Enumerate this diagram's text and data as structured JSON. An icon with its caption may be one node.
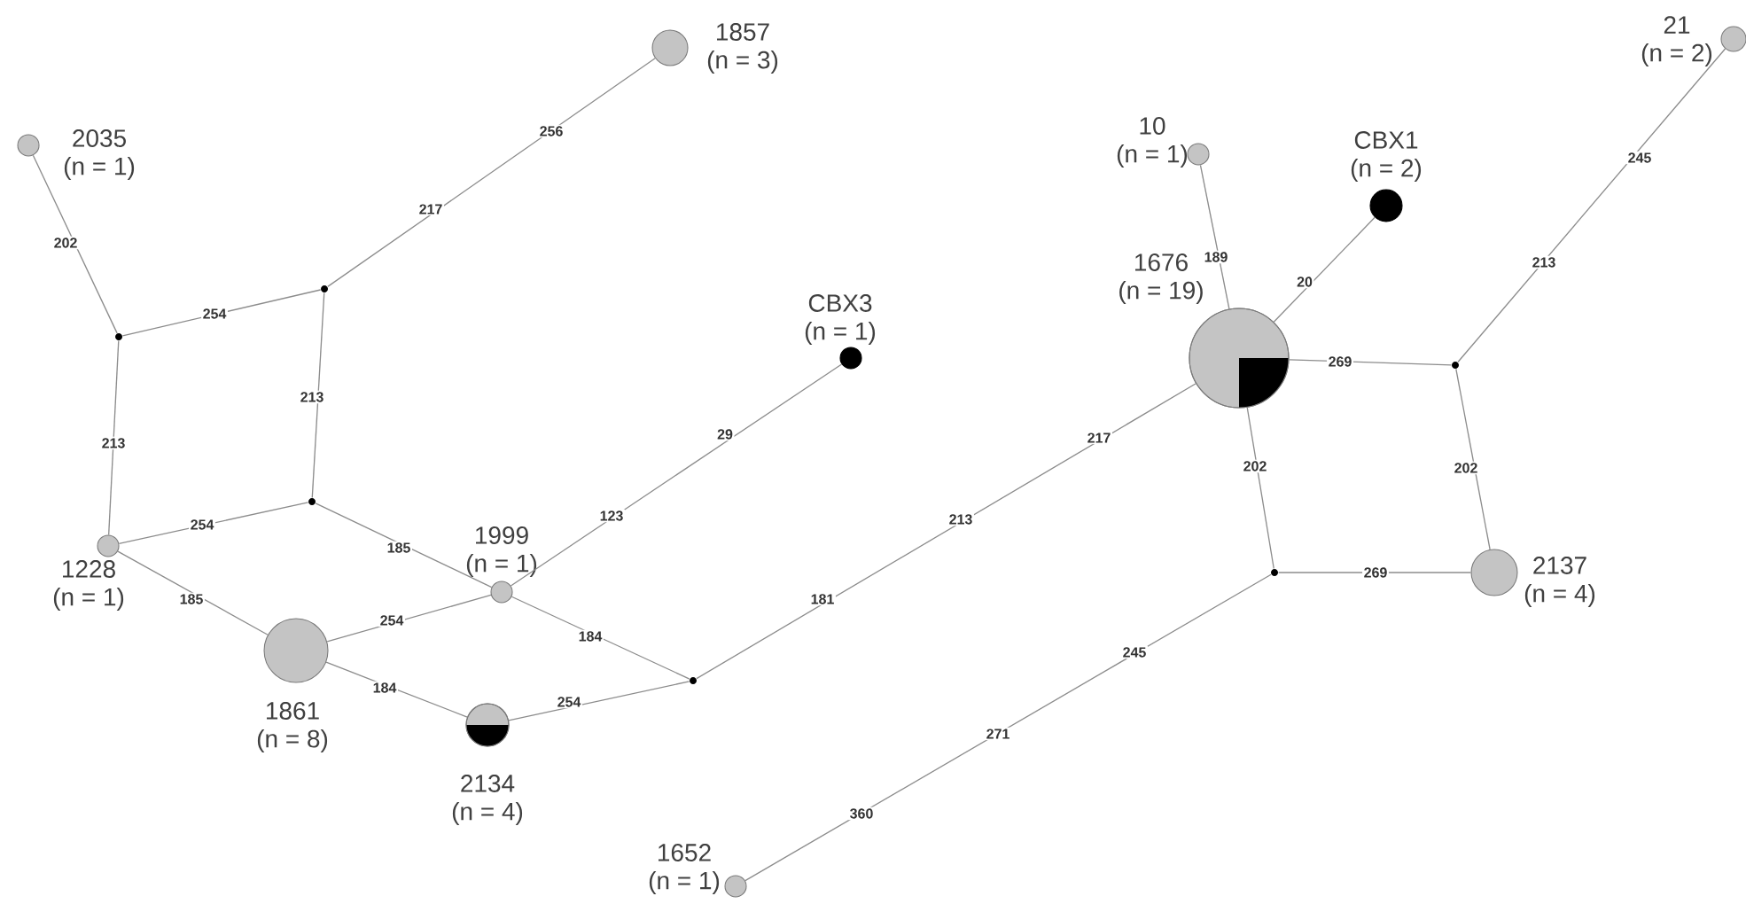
{
  "diagram": {
    "nodes": [
      {
        "text": [
          "1857",
          "(n = 3)"
        ]
      },
      {
        "text": [
          "21",
          "(n = 2)"
        ]
      },
      {
        "text": [
          "2035",
          "(n = 1)"
        ]
      },
      {
        "text": [
          "10",
          "(n = 1)"
        ]
      },
      {
        "text": [
          "CBX1",
          "(n = 2)"
        ]
      },
      {
        "text": [],
        "shape": "circle"
      },
      {
        "text": [],
        "shape": "circle"
      },
      {
        "text": [
          "CBX3",
          "(n = 1)"
        ]
      },
      {
        "text": [
          "1676",
          "(n = 19)"
        ]
      },
      {
        "text": [],
        "shape": "circle"
      },
      {
        "text": [],
        "shape": "circle"
      },
      {
        "text": [
          "1228",
          "(n = 1)"
        ]
      },
      {
        "text": [
          "1999",
          "(n = 1)"
        ]
      },
      {
        "text": [
          "2137",
          "(n = 4)"
        ]
      },
      {
        "text": [],
        "shape": "circle"
      },
      {
        "text": [
          "1861",
          "(n = 8)"
        ]
      },
      {
        "text": [],
        "shape": "circle"
      },
      {
        "text": [
          "2134",
          "(n = 4)"
        ]
      },
      {
        "text": [
          "1652",
          "(n = 1)"
        ]
      }
    ],
    "edges": [
      {
        "from": 2,
        "to": 6,
        "arrow": "none",
        "label": [
          "202"
        ]
      },
      {
        "from": 0,
        "to": 5,
        "arrow": "none",
        "label": [
          "256",
          "217"
        ]
      },
      {
        "from": 6,
        "to": 5,
        "arrow": "none",
        "label": [
          "254"
        ]
      },
      {
        "from": 6,
        "to": 11,
        "arrow": "none",
        "label": [
          "213"
        ]
      },
      {
        "from": 5,
        "to": 10,
        "arrow": "none",
        "label": [
          "213"
        ]
      },
      {
        "from": 11,
        "to": 10,
        "arrow": "none",
        "label": [
          "254"
        ]
      },
      {
        "from": 10,
        "to": 12,
        "arrow": "none",
        "label": [
          "185"
        ]
      },
      {
        "from": 11,
        "to": 15,
        "arrow": "none",
        "label": [
          "185"
        ]
      },
      {
        "from": 15,
        "to": 12,
        "arrow": "none",
        "label": [
          "254"
        ]
      },
      {
        "from": 15,
        "to": 17,
        "arrow": "none",
        "label": [
          "184"
        ]
      },
      {
        "from": 12,
        "to": 7,
        "arrow": "none",
        "label": [
          "123",
          "29"
        ]
      },
      {
        "from": 12,
        "to": 16,
        "arrow": "none",
        "label": [
          "184"
        ]
      },
      {
        "from": 17,
        "to": 16,
        "arrow": "none",
        "label": [
          "254"
        ]
      },
      {
        "from": 16,
        "to": 8,
        "arrow": "none",
        "label": [
          "181",
          "213",
          "217"
        ]
      },
      {
        "from": 3,
        "to": 8,
        "arrow": "none",
        "label": [
          "189"
        ]
      },
      {
        "from": 4,
        "to": 8,
        "arrow": "none",
        "label": [
          "20"
        ]
      },
      {
        "from": 8,
        "to": 9,
        "arrow": "none",
        "label": [
          "269"
        ]
      },
      {
        "from": 9,
        "to": 1,
        "arrow": "none",
        "label": [
          "213",
          "245"
        ]
      },
      {
        "from": 8,
        "to": 14,
        "arrow": "none",
        "label": [
          "202"
        ]
      },
      {
        "from": 9,
        "to": 13,
        "arrow": "none",
        "label": [
          "202"
        ]
      },
      {
        "from": 14,
        "to": 13,
        "arrow": "none",
        "label": [
          "269"
        ]
      },
      {
        "from": 18,
        "to": 14,
        "arrow": "none",
        "label": [
          "360",
          "271",
          "245"
        ]
      }
    ]
  }
}
